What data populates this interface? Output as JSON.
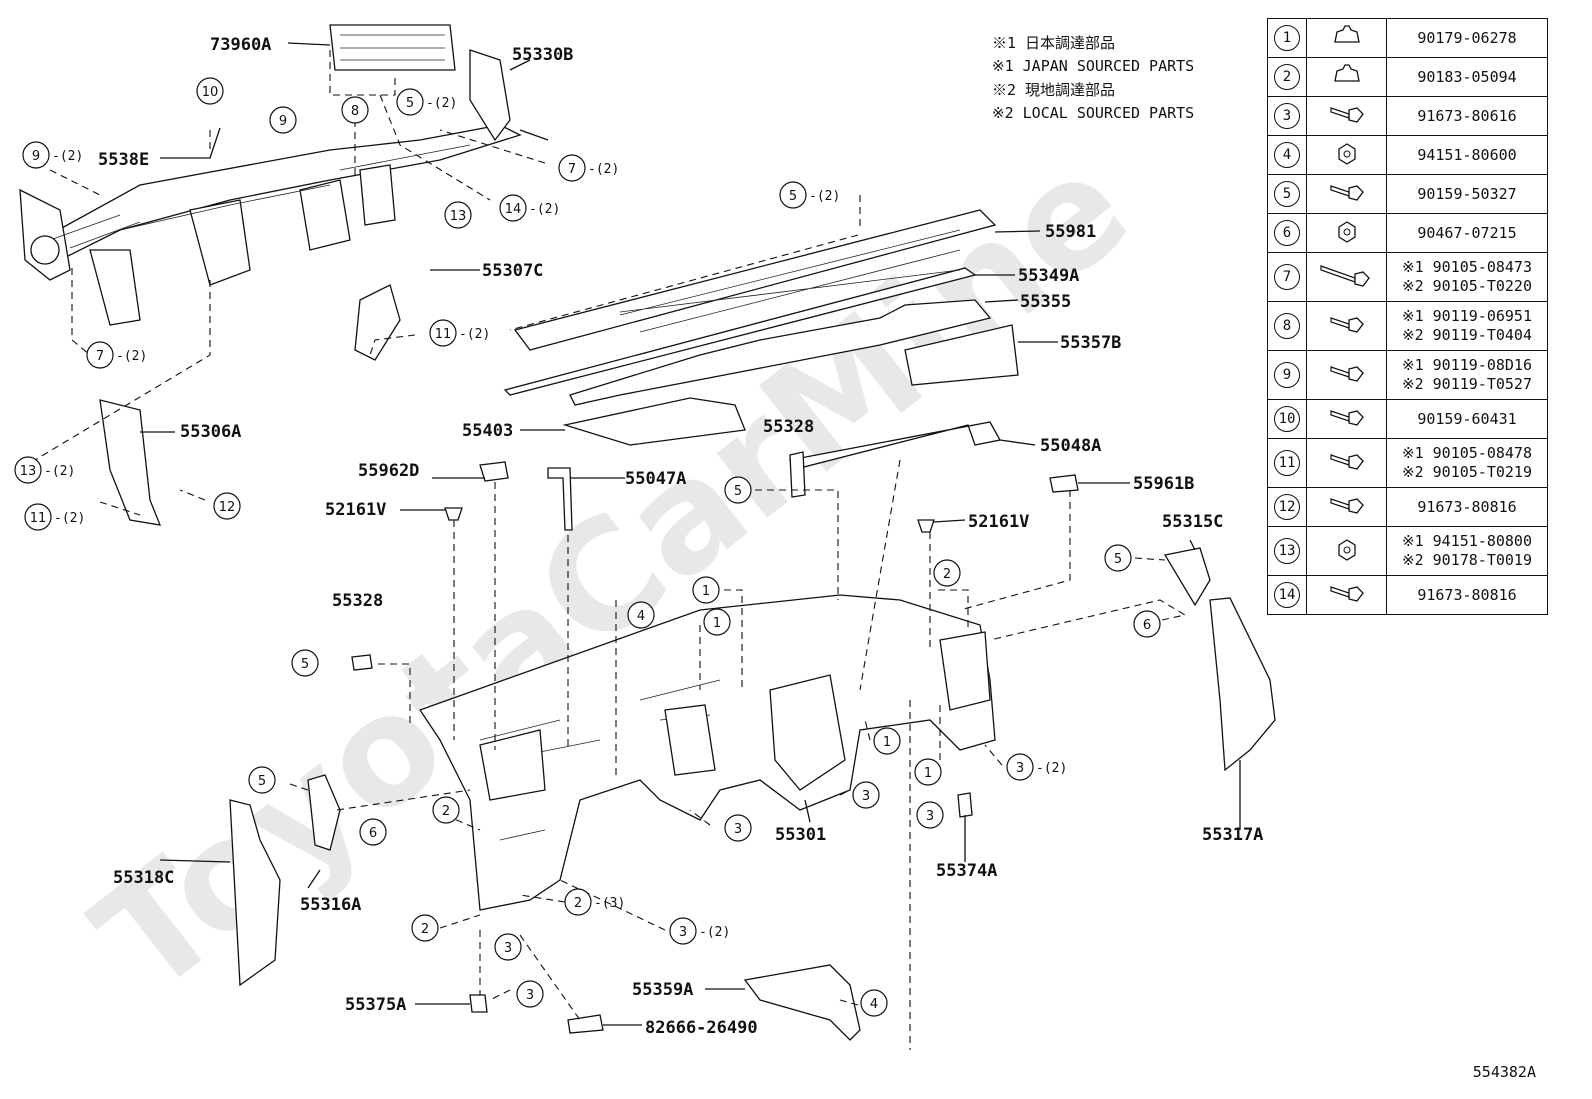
{
  "watermark": "ToyotaCarMine",
  "notes": [
    "※1 日本調達部品",
    "※1 JAPAN SOURCED PARTS",
    "※2 現地調達部品",
    "※2 LOCAL SOURCED PARTS"
  ],
  "parts_table": [
    {
      "n": "1",
      "codes": [
        "90179-06278"
      ]
    },
    {
      "n": "2",
      "codes": [
        "90183-05094"
      ]
    },
    {
      "n": "3",
      "codes": [
        "91673-80616"
      ]
    },
    {
      "n": "4",
      "codes": [
        "94151-80600"
      ]
    },
    {
      "n": "5",
      "codes": [
        "90159-50327"
      ]
    },
    {
      "n": "6",
      "codes": [
        "90467-07215"
      ]
    },
    {
      "n": "7",
      "codes": [
        "※1 90105-08473",
        "※2 90105-T0220"
      ]
    },
    {
      "n": "8",
      "codes": [
        "※1 90119-06951",
        "※2 90119-T0404"
      ]
    },
    {
      "n": "9",
      "codes": [
        "※1 90119-08D16",
        "※2 90119-T0527"
      ]
    },
    {
      "n": "10",
      "codes": [
        "90159-60431"
      ]
    },
    {
      "n": "11",
      "codes": [
        "※1 90105-08478",
        "※2 90105-T0219"
      ]
    },
    {
      "n": "12",
      "codes": [
        "91673-80816"
      ]
    },
    {
      "n": "13",
      "codes": [
        "※1 94151-80800",
        "※2 90178-T0019"
      ]
    },
    {
      "n": "14",
      "codes": [
        "91673-80816"
      ]
    }
  ],
  "labels": {
    "p73960A": "73960A",
    "p55330B": "55330B",
    "p5538E": "5538E",
    "p55307C": "55307C",
    "p55306A": "55306A",
    "p55981": "55981",
    "p55349A": "55349A",
    "p55355": "55355",
    "p55357B": "55357B",
    "p55403": "55403",
    "p55328a": "55328",
    "p55048A": "55048A",
    "p55962D": "55962D",
    "p55047A": "55047A",
    "p55961B": "55961B",
    "p52161Va": "52161V",
    "p52161Vb": "52161V",
    "p55315C": "55315C",
    "p55328b": "55328",
    "p55301": "55301",
    "p55374A": "55374A",
    "p55317A": "55317A",
    "p55318C": "55318C",
    "p55316A": "55316A",
    "p55375A": "55375A",
    "p55359A": "55359A",
    "p82666": "82666-26490"
  },
  "callouts": {
    "c10": "10",
    "c9a": "9",
    "c9b": "9",
    "c8": "8",
    "c5a": "5",
    "c7a": "7",
    "c13a": "13",
    "c14": "14",
    "c7b": "7",
    "c11a": "11",
    "c13b": "13",
    "c11b": "11",
    "c12": "12",
    "c5b": "5",
    "c5c": "5",
    "c5d": "5",
    "c6a": "6",
    "c1a": "1",
    "c1b": "1",
    "c4a": "4",
    "c2a": "2",
    "c5e": "5",
    "c6b": "6",
    "c1c": "1",
    "c1d": "1",
    "c3a": "3",
    "c3b": "3",
    "c3c": "3",
    "c2b": "2",
    "c2c": "2",
    "c2d": "2",
    "c3d": "3",
    "c3e": "3",
    "c3f": "3",
    "c3g": "3",
    "c4b": "4",
    "c5f": "5"
  },
  "qty": {
    "q2": "-(2)",
    "q3": "-(3)"
  },
  "ref_number": "554382A"
}
